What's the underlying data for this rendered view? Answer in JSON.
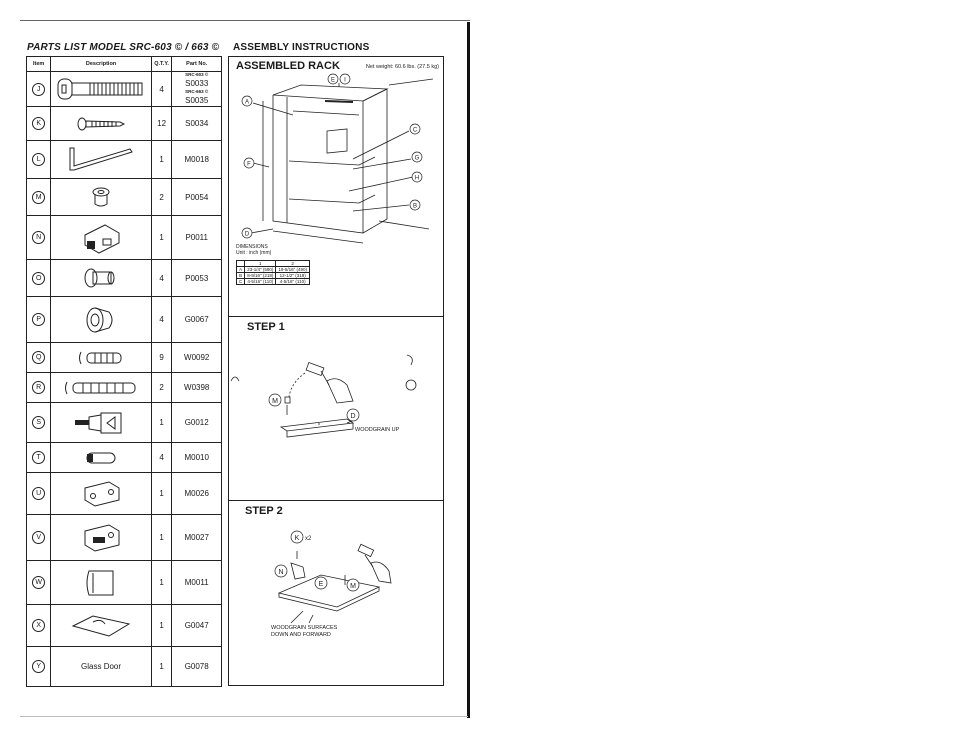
{
  "parts_list": {
    "title": "PARTS LIST MODEL SRC-603 © / 663 ©",
    "headers": {
      "item": "Item",
      "description": "Description",
      "qty": "Q.T.Y.",
      "part_no": "Part No."
    },
    "rows": [
      {
        "item": "J",
        "qty": "4",
        "part_no_lines": [
          {
            "small": "SRC-603 ©",
            "value": "S0033"
          },
          {
            "small": "SRC-663 ©",
            "value": "S0035"
          }
        ],
        "icon": "long-bolt-icon"
      },
      {
        "item": "K",
        "qty": "12",
        "part_no": "S0034",
        "icon": "screw-icon"
      },
      {
        "item": "L",
        "qty": "1",
        "part_no": "M0018",
        "icon": "allen-wrench-icon"
      },
      {
        "item": "M",
        "qty": "2",
        "part_no": "P0054",
        "icon": "cam-nut-icon"
      },
      {
        "item": "N",
        "qty": "1",
        "part_no": "P0011",
        "icon": "catch-icon"
      },
      {
        "item": "O",
        "qty": "4",
        "part_no": "P0053",
        "icon": "dowel-cap-icon"
      },
      {
        "item": "P",
        "qty": "4",
        "part_no": "G0067",
        "icon": "knob-icon"
      },
      {
        "item": "Q",
        "qty": "9",
        "part_no": "W0092",
        "icon": "short-dowel-icon"
      },
      {
        "item": "R",
        "qty": "2",
        "part_no": "W0398",
        "icon": "long-dowel-icon"
      },
      {
        "item": "S",
        "qty": "1",
        "part_no": "G0012",
        "icon": "magnet-catch-icon"
      },
      {
        "item": "T",
        "qty": "4",
        "part_no": "M0010",
        "icon": "pin-icon"
      },
      {
        "item": "U",
        "qty": "1",
        "part_no": "M0026",
        "icon": "hinge-plate-icon"
      },
      {
        "item": "V",
        "qty": "1",
        "part_no": "M0027",
        "icon": "hinge-bracket-icon"
      },
      {
        "item": "W",
        "qty": "1",
        "part_no": "M0011",
        "icon": "pad-icon"
      },
      {
        "item": "X",
        "qty": "1",
        "part_no": "G0047",
        "icon": "glass-shelf-icon"
      },
      {
        "item": "Y",
        "qty": "1",
        "part_no": "G0078",
        "description": "Glass Door"
      }
    ]
  },
  "assembly": {
    "title": "ASSEMBLY INSTRUCTIONS",
    "rack": {
      "title": "ASSEMBLED RACK",
      "net_weight": "Net weight: 60.6 lbs. (27.5 kg)",
      "labels": {
        "a": "A",
        "b": "B",
        "c": "C",
        "d": "D",
        "e": "E",
        "f": "F",
        "g": "G",
        "h": "H",
        "i": "I"
      },
      "dimensions_label": "DIMENSIONS",
      "unit_label": "Unit : inch (mm)",
      "dim_headers": [
        "",
        "1",
        "2"
      ],
      "dim_rows": [
        [
          "A",
          "23-1/4\" (590)",
          "19-5/16\" (490)"
        ],
        [
          "B",
          "8-9/16\" (218)",
          "12-1/2\" (318)"
        ],
        [
          "C",
          "4-5/16\" (110)",
          "4-5/16\" (110)"
        ]
      ]
    },
    "step1": {
      "title": "STEP 1",
      "label_m": "M",
      "label_d": "D",
      "note": "WOODGRAIN UP"
    },
    "step2": {
      "title": "STEP 2",
      "label_k": "K",
      "k_count": "x2",
      "label_n": "N",
      "label_e": "E",
      "label_m": "M",
      "note_line1": "WOODGRAIN SURFACES",
      "note_line2": "DOWN AND FORWARD"
    }
  }
}
